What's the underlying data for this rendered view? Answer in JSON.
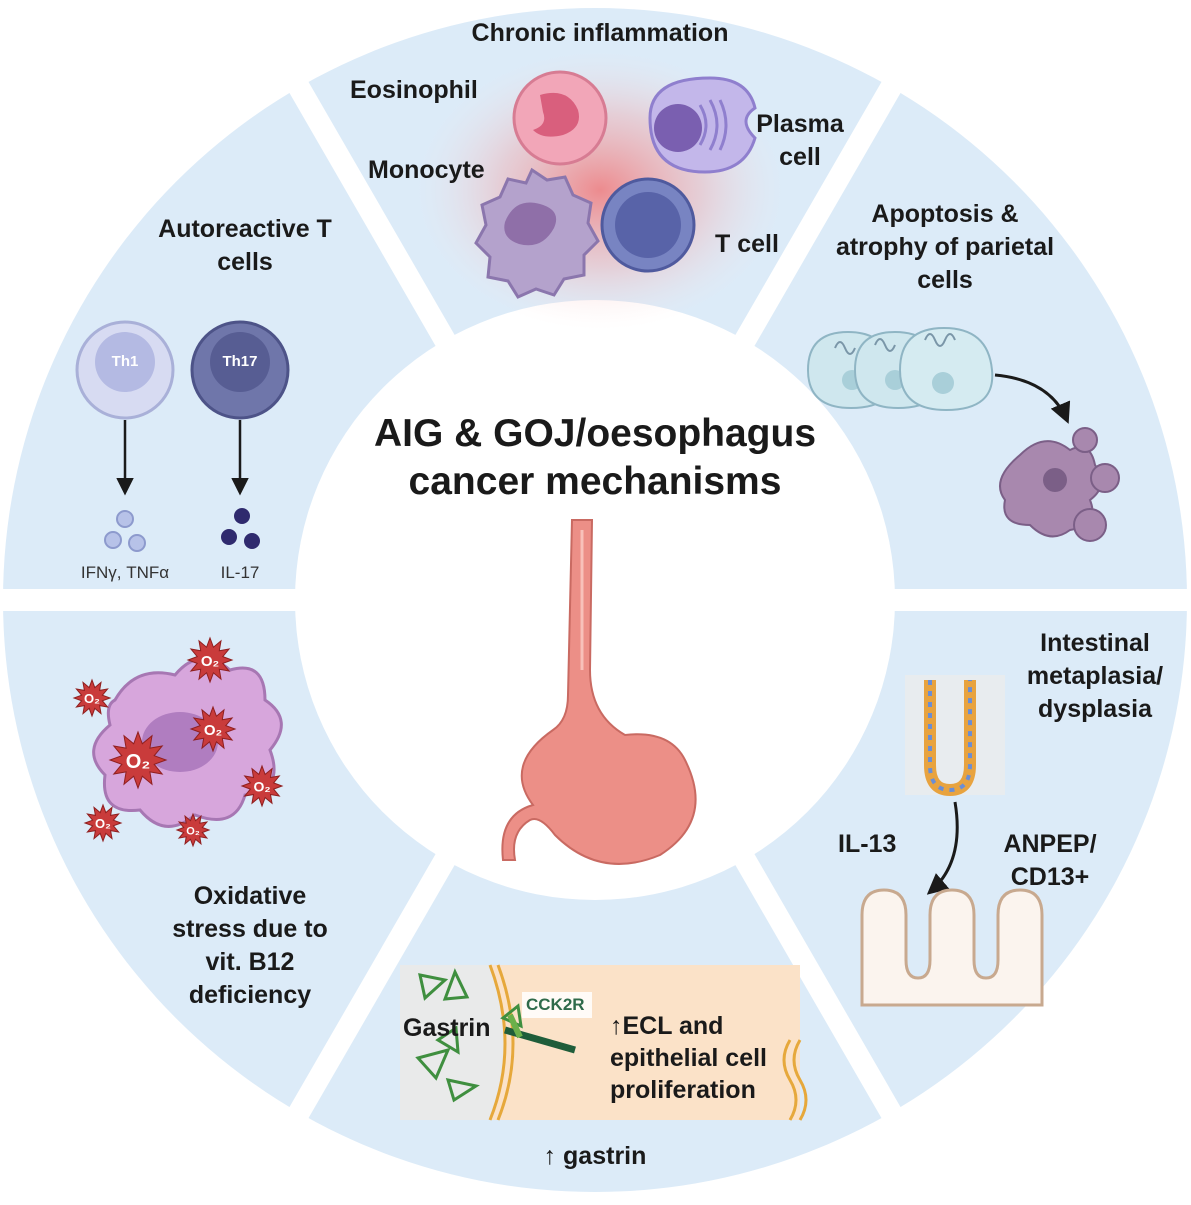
{
  "center": {
    "title_line1": "AIG & GOJ/oesophagus",
    "title_line2": "cancer mechanisms"
  },
  "chronic_inflammation": {
    "heading": "Chronic inflammation",
    "eosinophil": "Eosinophil",
    "plasma_line1": "Plasma",
    "plasma_line2": "cell",
    "monocyte": "Monocyte",
    "t_cell": "T cell"
  },
  "autoreactive": {
    "heading_line1": "Autoreactive T",
    "heading_line2": "cells",
    "th1": "Th1",
    "th17": "Th17",
    "th1_output": "IFNγ, TNFα",
    "th17_output": "IL-17"
  },
  "apoptosis": {
    "line1": "Apoptosis &",
    "line2": "atrophy of parietal",
    "line3": "cells"
  },
  "oxidative": {
    "line1": "Oxidative",
    "line2": "stress due to",
    "line3": "vit. B12",
    "line4": "deficiency",
    "o2_label": "O₂"
  },
  "metaplasia": {
    "line1": "Intestinal",
    "line2": "metaplasia/",
    "line3": "dysplasia",
    "il13": "IL-13",
    "anpep_line1": "ANPEP/",
    "anpep_line2": "CD13+"
  },
  "gastrin": {
    "footer": "↑ gastrin",
    "gastrin_label": "Gastrin",
    "receptor": "CCK2R",
    "effect_line1": "↑ECL and",
    "effect_line2": "epithelial cell",
    "effect_line3": "proliferation"
  },
  "colors": {
    "sector_fill": "#dcebf8",
    "center_fill": "#ffffff",
    "stomach": "#ec8f87",
    "inflammation_glow": "#f26b6b"
  }
}
